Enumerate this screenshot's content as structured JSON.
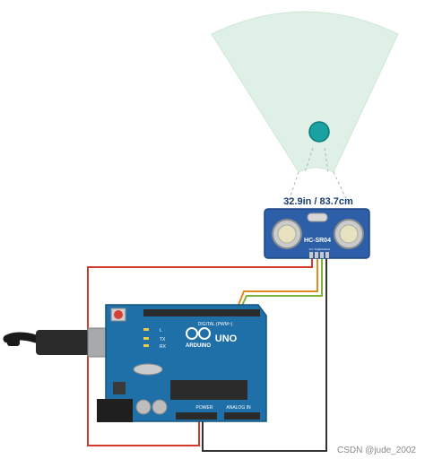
{
  "sensor": {
    "distance_readout": "32.9in / 83.7cm",
    "model_label": "HC-SR04",
    "pin_labels": [
      "Vcc",
      "Trig",
      "Echo",
      "Gnd"
    ]
  },
  "board": {
    "brand_label": "ARDUINO",
    "model_label": "UNO",
    "digital_header_label": "DIGITAL (PWM~)",
    "power_header_label": "POWER",
    "analog_header_label": "ANALOG IN",
    "led_labels": [
      "L",
      "TX",
      "RX"
    ]
  },
  "watermark": "CSDN @jude_2002",
  "colors": {
    "sensing_area": "#dff0e6",
    "target_object": "#1aa1a1",
    "sensor_board": "#2d5ea8",
    "arduino_board": "#1f6fa8",
    "wire_red": "#d43a2a",
    "wire_orange": "#e08a1e",
    "wire_green": "#7bb23a",
    "wire_black": "#333333"
  },
  "icons": {
    "target": "circle-target-icon",
    "infinity_logo": "arduino-infinity-icon"
  }
}
